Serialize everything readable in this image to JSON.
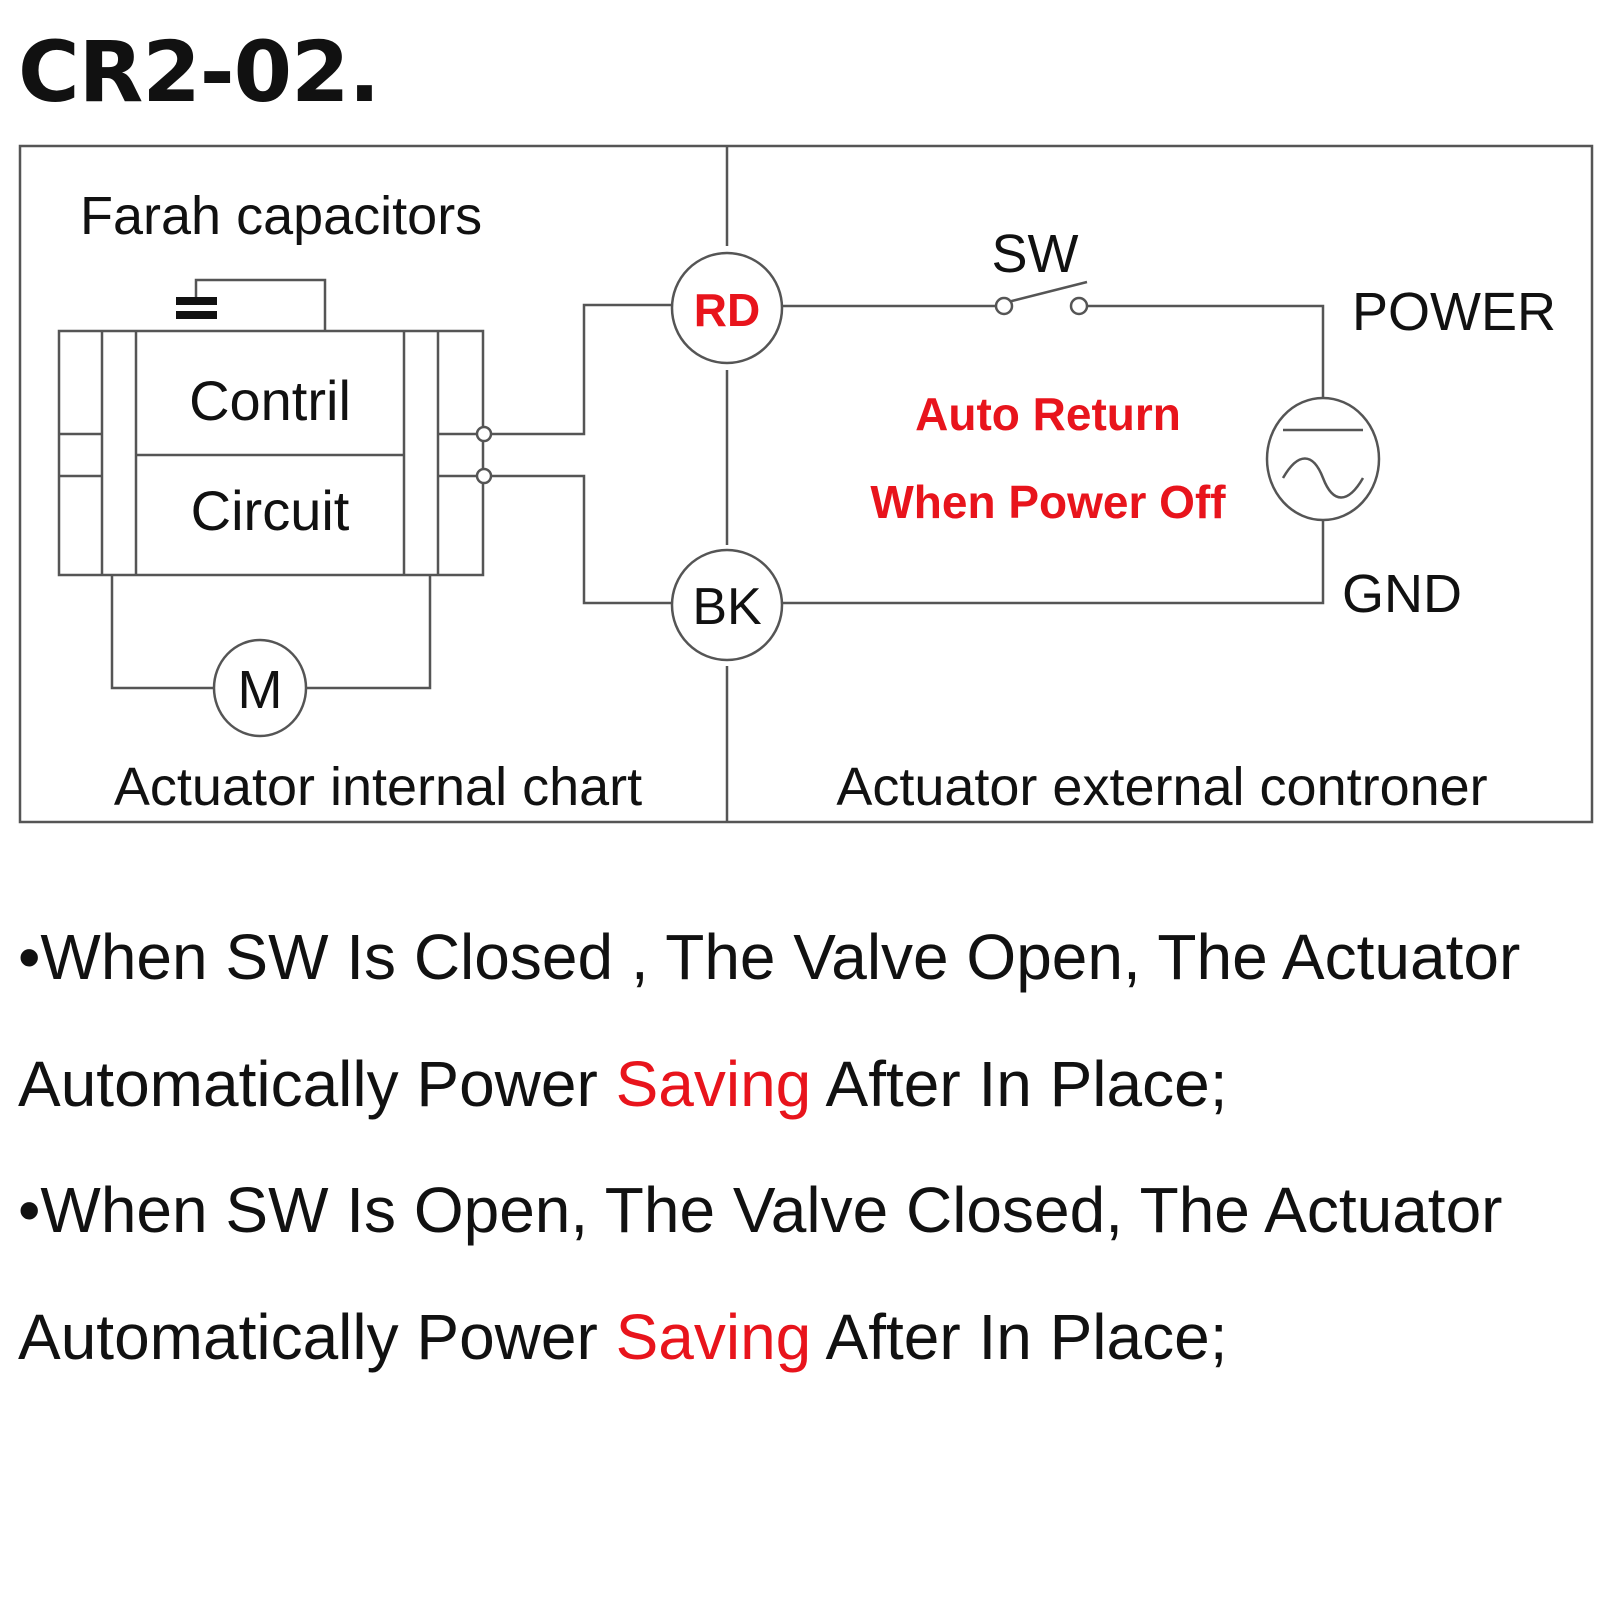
{
  "title": "CR2-02.",
  "colors": {
    "accent_red": "#e8141c",
    "line": "#555555",
    "text": "#111111"
  },
  "diagram": {
    "capacitor_label": "Farah capacitors",
    "control_label_top": "Contril",
    "control_label_bottom": "Circuit",
    "motor_label": "M",
    "internal_caption": "Actuator internal chart",
    "external_caption": "Actuator external controner",
    "rd_terminal": "RD",
    "bk_terminal": "BK",
    "switch_label": "SW",
    "power_label": "POWER",
    "gnd_label": "GND",
    "note_line1": "Auto Return",
    "note_line2": "When Power Off"
  },
  "notes": [
    {
      "line1": "•When SW Is Closed , The Valve Open, The Actuator",
      "line2_pre": "Automatically Power ",
      "line2_hl": "Saving",
      "line2_post": " After In Place;"
    },
    {
      "line1": "•When SW Is Open, The Valve Closed, The Actuator",
      "line2_pre": "Automatically Power ",
      "line2_hl": "Saving",
      "line2_post": " After In Place;"
    }
  ]
}
